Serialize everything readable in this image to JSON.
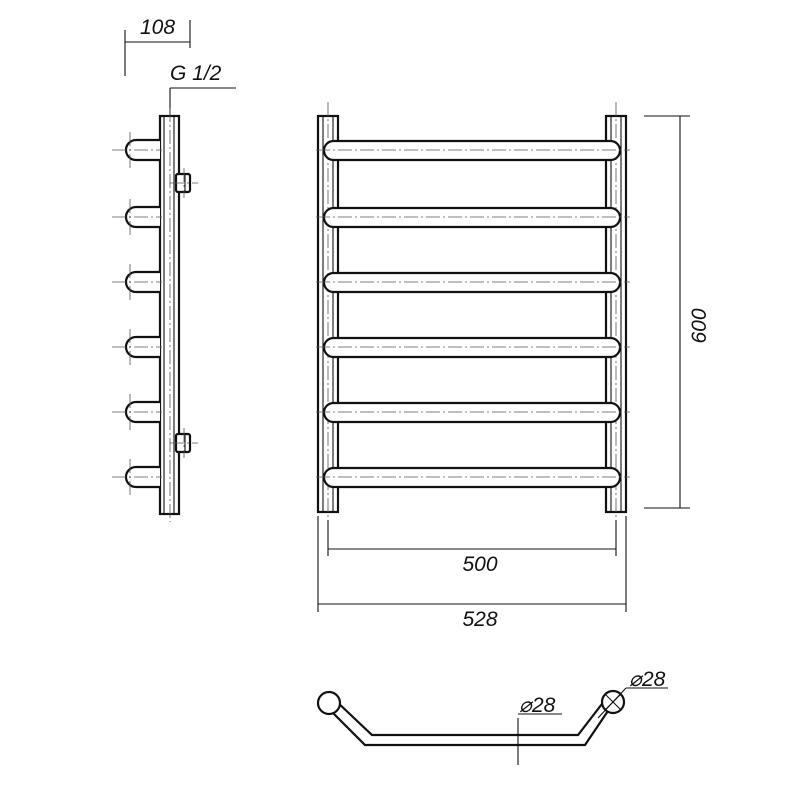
{
  "dimensions": {
    "depth": "108",
    "thread": "G 1/2",
    "height": "600",
    "inner_width": "500",
    "outer_width": "528",
    "bar_diameter": "28",
    "post_diameter": "28"
  },
  "symbols": {
    "diameter": "⌀"
  },
  "colors": {
    "line": "#111111",
    "centerline": "#555555",
    "background": "#ffffff"
  }
}
